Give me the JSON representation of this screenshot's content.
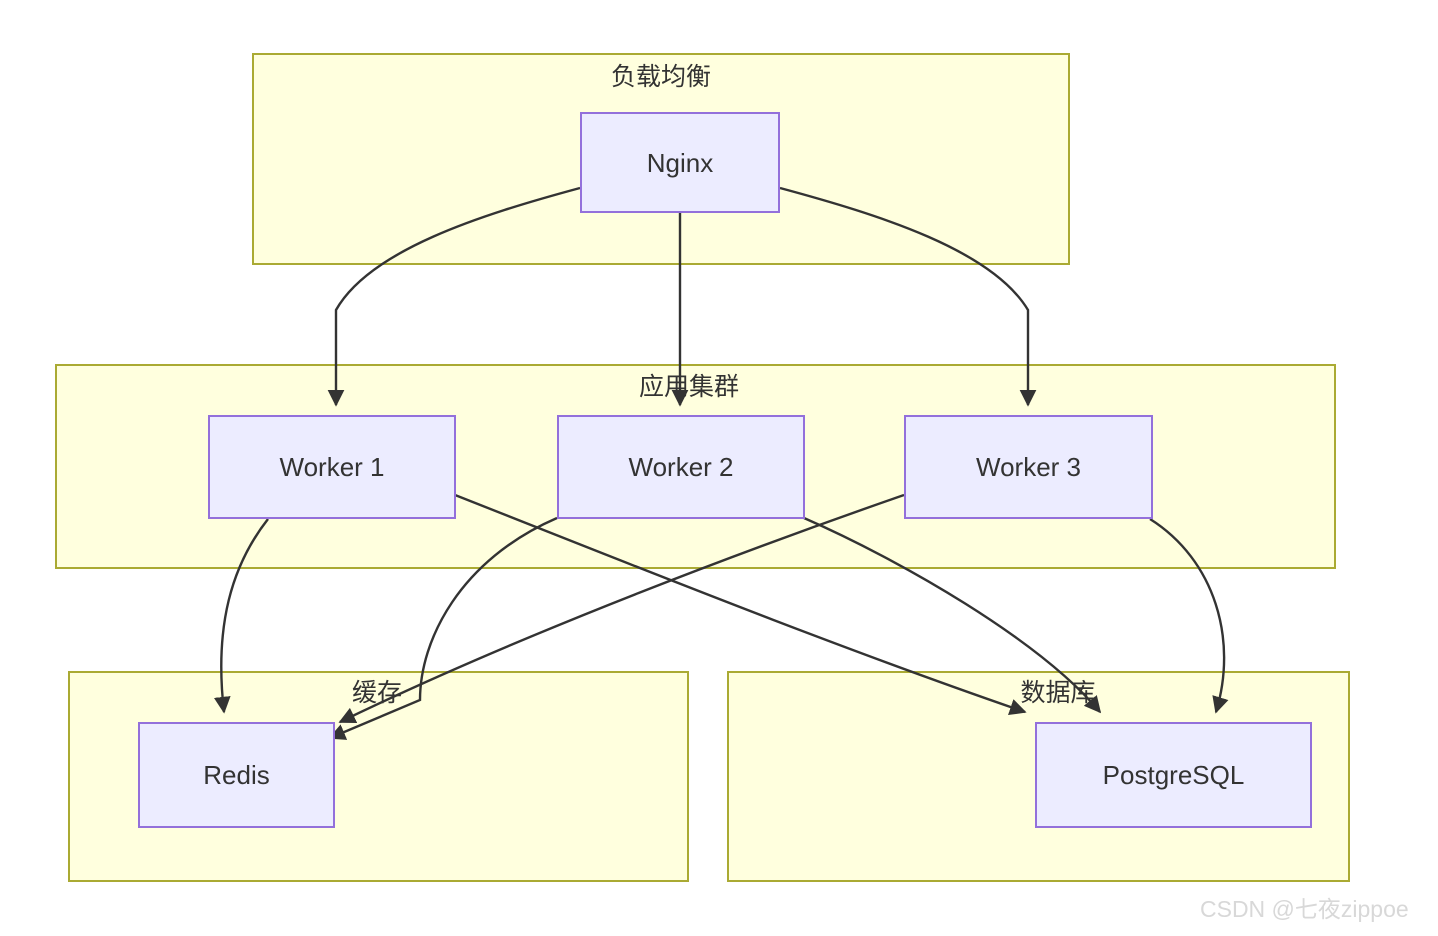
{
  "diagram": {
    "title": "System Architecture",
    "background_color": "#ffffff",
    "cluster_fill": "#ffffde",
    "cluster_stroke": "#aaaa33",
    "node_fill": "#ececff",
    "node_stroke": "#9370db",
    "text_color": "#333333",
    "edge_color": "#333333"
  },
  "clusters": {
    "load_balancer": {
      "label": "负载均衡"
    },
    "app_cluster": {
      "label": "应用集群"
    },
    "cache": {
      "label": "缓存"
    },
    "database": {
      "label": "数据库"
    }
  },
  "nodes": {
    "nginx": {
      "label": "Nginx"
    },
    "worker1": {
      "label": "Worker 1"
    },
    "worker2": {
      "label": "Worker 2"
    },
    "worker3": {
      "label": "Worker 3"
    },
    "redis": {
      "label": "Redis"
    },
    "postgresql": {
      "label": "PostgreSQL"
    }
  },
  "edges": [
    {
      "from": "Nginx",
      "to": "Worker 1",
      "label": ""
    },
    {
      "from": "Nginx",
      "to": "Worker 2",
      "label": ""
    },
    {
      "from": "Nginx",
      "to": "Worker 3",
      "label": ""
    },
    {
      "from": "Worker 1",
      "to": "Redis",
      "label": ""
    },
    {
      "from": "Worker 1",
      "to": "PostgreSQL",
      "label": ""
    },
    {
      "from": "Worker 2",
      "to": "Redis",
      "label": ""
    },
    {
      "from": "Worker 2",
      "to": "PostgreSQL",
      "label": ""
    },
    {
      "from": "Worker 3",
      "to": "Redis",
      "label": ""
    },
    {
      "from": "Worker 3",
      "to": "PostgreSQL",
      "label": ""
    }
  ],
  "watermark": {
    "text": "CSDN @七夜zippoe"
  }
}
